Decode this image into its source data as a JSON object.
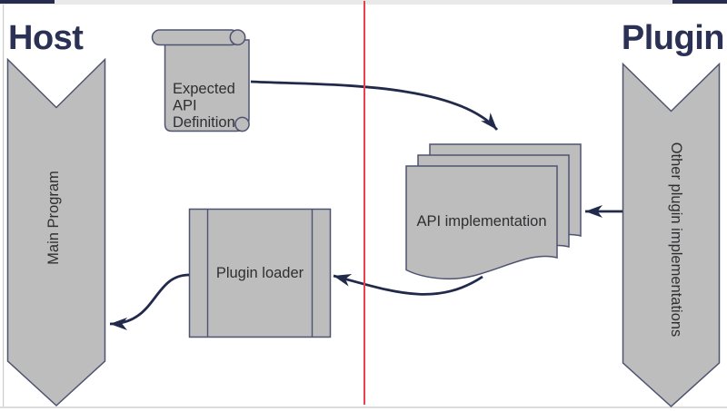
{
  "titles": {
    "host": "Host",
    "plugin": "Plugin"
  },
  "shapes": {
    "main_program_label": "Main Program",
    "api_definition_lines": [
      "Expected",
      "API",
      "Definition"
    ],
    "plugin_loader_label": "Plugin loader",
    "api_implementation_label": "API implementation",
    "other_plugins_label": "Other plugin implementations"
  },
  "colors": {
    "navy_title": "#2b3154",
    "connector": "#222a4c",
    "shape_fill": "#bdbdbe",
    "shape_stroke": "#4e5370",
    "label_text": "#2f2f31",
    "red_line": "#ee3f51",
    "chrome_strip": "#e9e9e9",
    "chrome_corner": "#262c4e",
    "chrome_edge": "#cbcbcb"
  }
}
